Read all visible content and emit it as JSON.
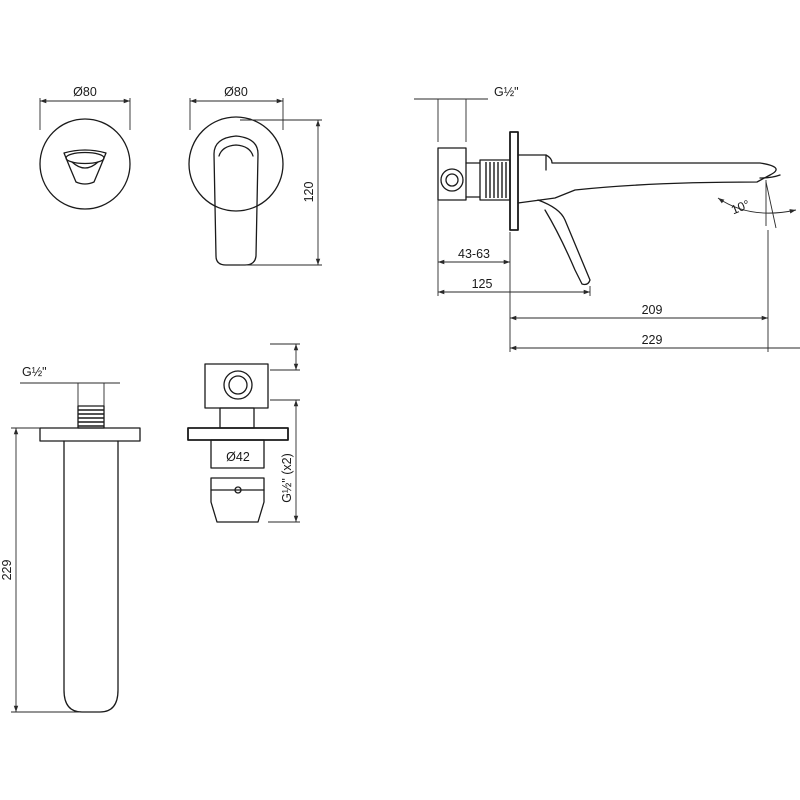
{
  "labels": {
    "front_rosette_diameter": "Ø80",
    "front_handle_diameter": "Ø80",
    "handle_height": "120",
    "side_connection": "G½\"",
    "wall_depth_range": "43-63",
    "projection_125": "125",
    "projection_209": "209",
    "projection_229": "229",
    "spout_angle": "10°",
    "spout_connection": "G½\"",
    "spout_length": "229",
    "body_diameter": "Ø42",
    "body_connection": "G½\" (x2)"
  }
}
